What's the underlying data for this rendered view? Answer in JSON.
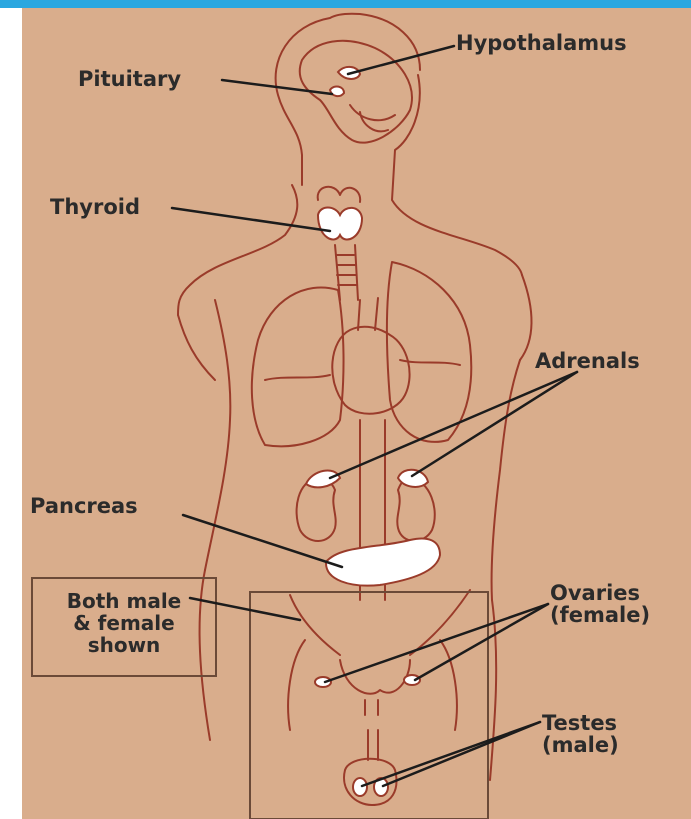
{
  "diagram": {
    "labels": {
      "hypothalamus": "Hypothalamus",
      "pituitary": "Pituitary",
      "thyroid": "Thyroid",
      "adrenals": "Adrenals",
      "pancreas": "Pancreas",
      "ovaries_line1": "Ovaries",
      "ovaries_line2": "(female)",
      "testes_line1": "Testes",
      "testes_line2": "(male)",
      "note_line1": "Both male",
      "note_line2": "& female",
      "note_line3": "shown"
    },
    "colors": {
      "background": "#d9ad8c",
      "outline": "#9a3b2a",
      "gland_fill": "#ffffff",
      "leader_line": "#1c1c1c",
      "accent_bar": "#2aa7e0"
    }
  }
}
